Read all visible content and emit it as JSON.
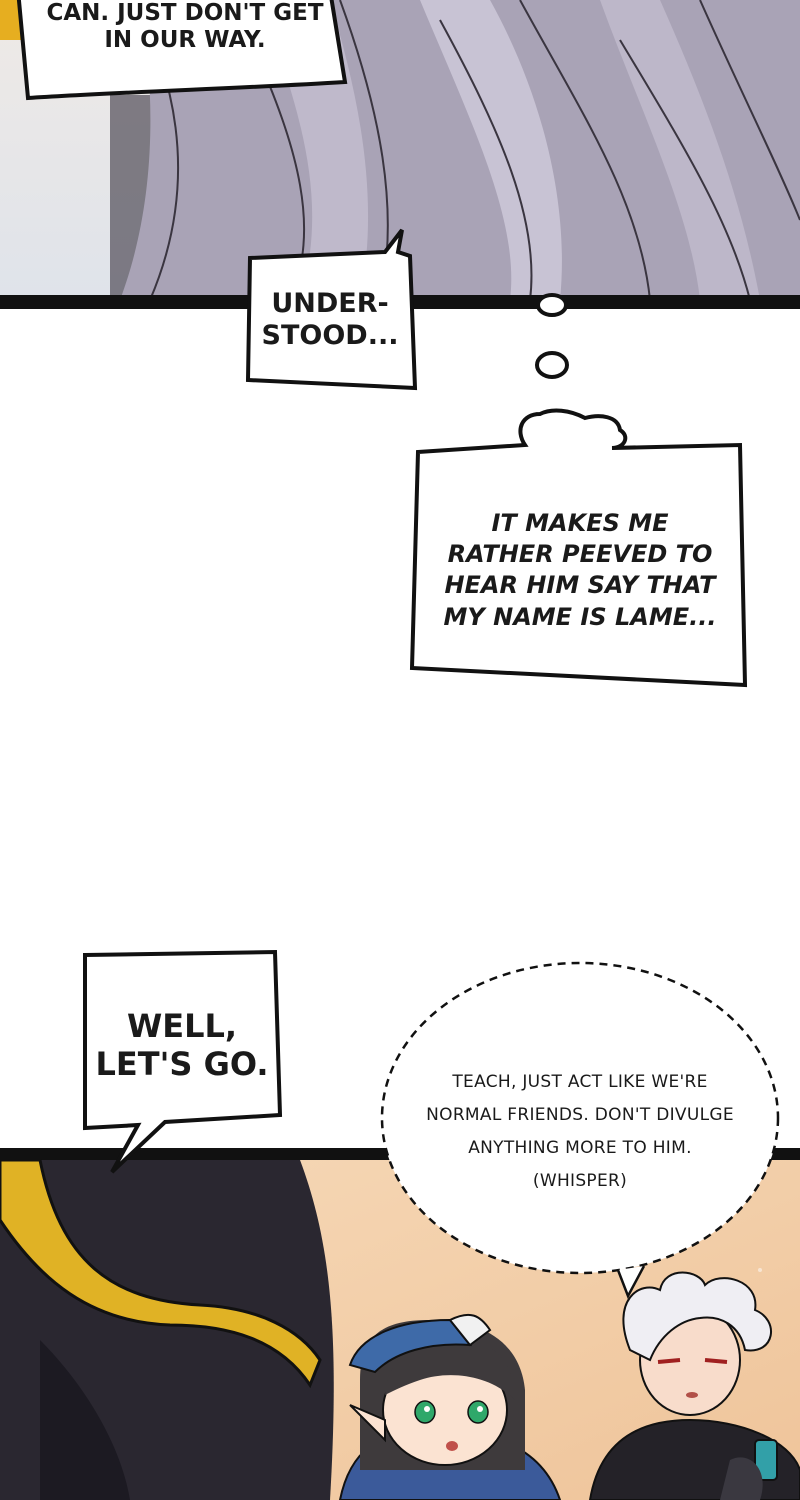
{
  "bubbles": {
    "top_narration": "CAN. JUST DON'T GET\nIN OUR WAY.",
    "understood": "UNDER-\nSTOOD...",
    "thought": "IT MAKES ME\nRATHER PEEVED TO\nHEAR HIM SAY THAT\nMY NAME IS LAME...",
    "lets_go": "WELL,\nLET'S GO.",
    "whisper": "TEACH, JUST ACT LIKE WE'RE\nNORMAL FRIENDS. DON'T DIVULGE\nANYTHING MORE TO HIM.\n(WHISPER)"
  },
  "colors": {
    "panel_border": "#111111",
    "hair": "#a9a3b6",
    "gold_trim": "#e0b225",
    "cloak": "#2a2730",
    "background_warm": "#f3cfa8"
  }
}
